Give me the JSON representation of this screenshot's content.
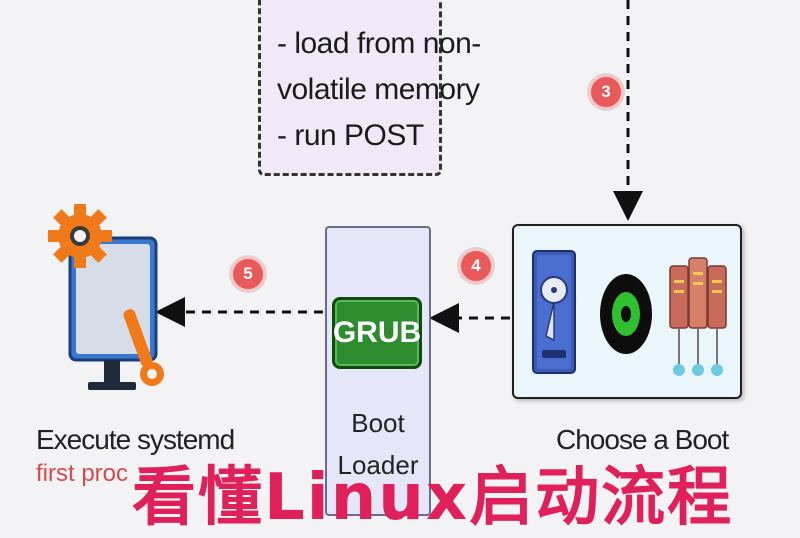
{
  "bios_note": {
    "lines": [
      "- load from non-",
      "volatile memory",
      "- run POST"
    ]
  },
  "steps": {
    "step3": "3",
    "step4": "4",
    "step5": "5"
  },
  "boot_loader": {
    "grub_label": "GRUB",
    "label_line1": "Boot",
    "label_line2": "Loader"
  },
  "boot_device": {
    "caption": "Choose a Boot",
    "icons": [
      "hard-drive-icon",
      "optical-disc-icon",
      "network-server-icon"
    ]
  },
  "systemd": {
    "caption": "Execute systemd",
    "sub_caption": "first proc",
    "icon": "computer-settings-icon"
  },
  "overlay_title": "看懂Linux启动流程",
  "colors": {
    "background": "#f3f3f5",
    "bios_box": "#f1e8f8",
    "loader_box": "#e5e6f8",
    "device_box": "#eaf6fb",
    "grub": "#2e8b2e",
    "badge": "#e85a5a",
    "overlay_text": "#e0205a"
  }
}
